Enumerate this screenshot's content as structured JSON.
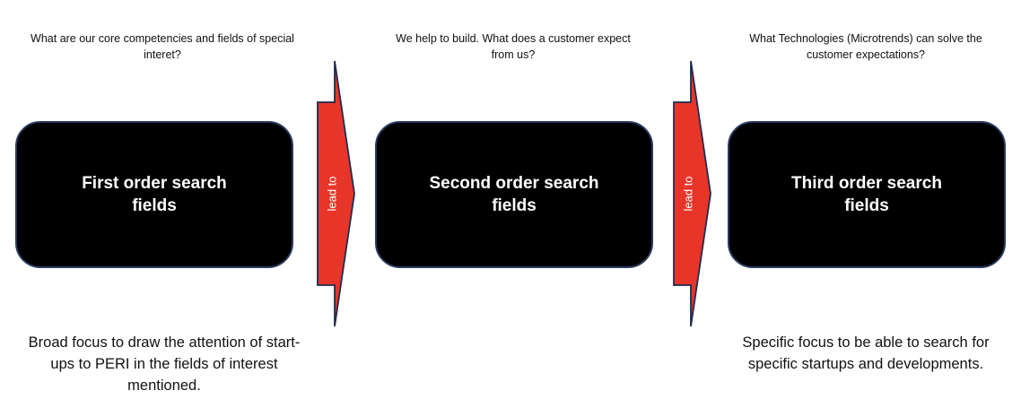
{
  "questions": {
    "first": "What are our core competencies and fields of special interet?",
    "second": "We help to build. What does a customer expect from us?",
    "third": "What Technologies (Microtrends) can solve the customer expectations?"
  },
  "boxes": {
    "first": "First order search fields",
    "second": "Second order search fields",
    "third": "Third order search fields"
  },
  "arrows": {
    "first_label": "lead to",
    "second_label": "lead to"
  },
  "notes": {
    "first": "Broad focus to draw the attention of start-ups to PERI in the fields of interest mentioned.",
    "third": "Specific focus to be able to search for specific startups and developments."
  },
  "colors": {
    "box_fill": "#000000",
    "box_border": "#2a3a5e",
    "box_text": "#ffffff",
    "arrow_fill": "#e8352a",
    "arrow_outline": "#1f2b4d",
    "arrow_text": "#ffffff"
  }
}
